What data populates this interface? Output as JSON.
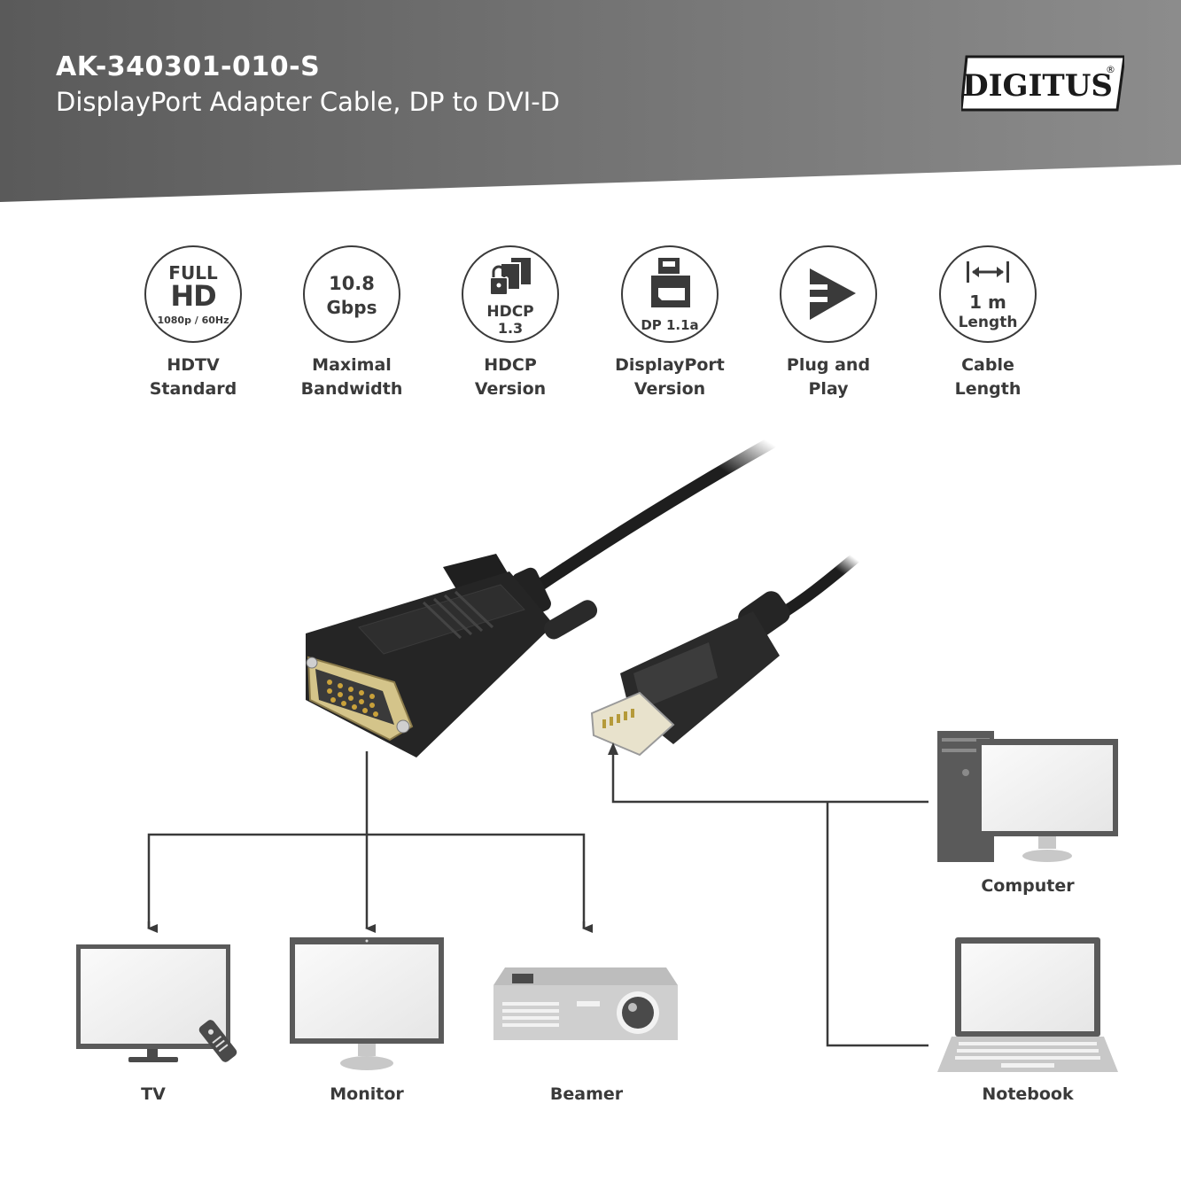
{
  "header": {
    "product_code": "AK-340301-010-S",
    "product_name": "DisplayPort Adapter Cable, DP to DVI-D",
    "brand": "DIGITUS",
    "brand_mark": "®",
    "band_color": "#6e6e6e"
  },
  "features": [
    {
      "icon": "full-hd-icon",
      "icon_text": [
        "FULL",
        "HD",
        "1080p / 60Hz"
      ],
      "label": [
        "HDTV",
        "Standard"
      ]
    },
    {
      "icon": "bandwidth-icon",
      "icon_text": [
        "10.8",
        "Gbps"
      ],
      "label": [
        "Maximal",
        "Bandwidth"
      ]
    },
    {
      "icon": "hdcp-icon",
      "icon_text": [
        "HDCP",
        "1.3"
      ],
      "label": [
        "HDCP",
        "Version"
      ]
    },
    {
      "icon": "displayport-icon",
      "icon_text": [
        "DP 1.1a"
      ],
      "label": [
        "DisplayPort",
        "Version"
      ]
    },
    {
      "icon": "plug-and-play-icon",
      "icon_text": [],
      "label": [
        "Plug and",
        "Play"
      ]
    },
    {
      "icon": "cable-length-icon",
      "icon_text": [
        "1 m",
        "Length"
      ],
      "label": [
        "Cable",
        "Length"
      ]
    }
  ],
  "devices": {
    "tv": "TV",
    "monitor": "Monitor",
    "beamer": "Beamer",
    "computer": "Computer",
    "notebook": "Notebook"
  },
  "colors": {
    "text": "#3a3a3a",
    "device_gray": "#5a5a5a",
    "light_gray": "#c8c8c8",
    "cable_black": "#1e1e1e"
  }
}
